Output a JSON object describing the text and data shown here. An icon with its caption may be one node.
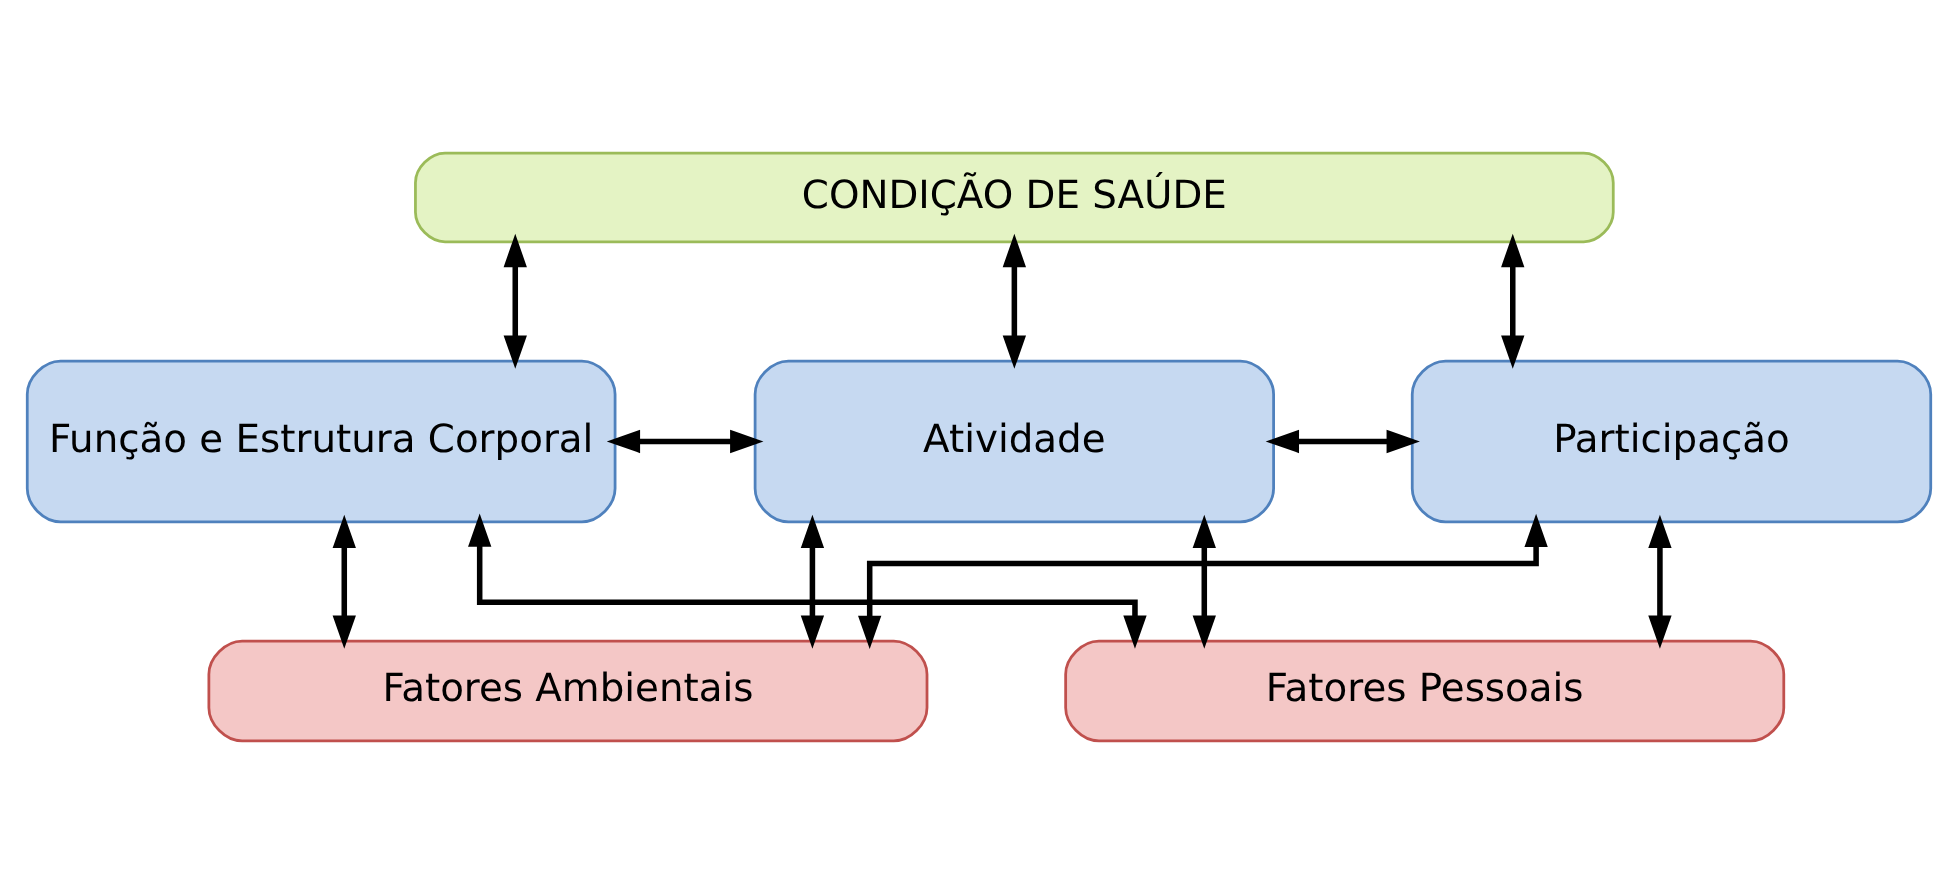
{
  "diagram": {
    "nodes": [
      {
        "text": [
          "CONDIÇÃO DE SAÚDE"
        ]
      },
      {
        "text": [
          "Função e Estrutura Corporal"
        ]
      },
      {
        "text": [
          "Atividade"
        ]
      },
      {
        "text": [
          "Participação"
        ]
      },
      {
        "text": [
          "Fatores Ambientais"
        ]
      },
      {
        "text": [
          "Fatores Pessoais"
        ]
      }
    ],
    "edges": [
      {
        "from": 0,
        "to": 1,
        "arrow": "both"
      },
      {
        "from": 0,
        "to": 2,
        "arrow": "both"
      },
      {
        "from": 0,
        "to": 3,
        "arrow": "both"
      },
      {
        "from": 1,
        "to": 2,
        "arrow": "both"
      },
      {
        "from": 2,
        "to": 3,
        "arrow": "both"
      },
      {
        "from": 1,
        "to": 4,
        "arrow": "both"
      },
      {
        "from": 2,
        "to": 4,
        "arrow": "both"
      },
      {
        "from": 3,
        "to": 4,
        "arrow": "both"
      },
      {
        "from": 1,
        "to": 5,
        "arrow": "both"
      },
      {
        "from": 2,
        "to": 5,
        "arrow": "both"
      },
      {
        "from": 3,
        "to": 5,
        "arrow": "both"
      }
    ]
  }
}
